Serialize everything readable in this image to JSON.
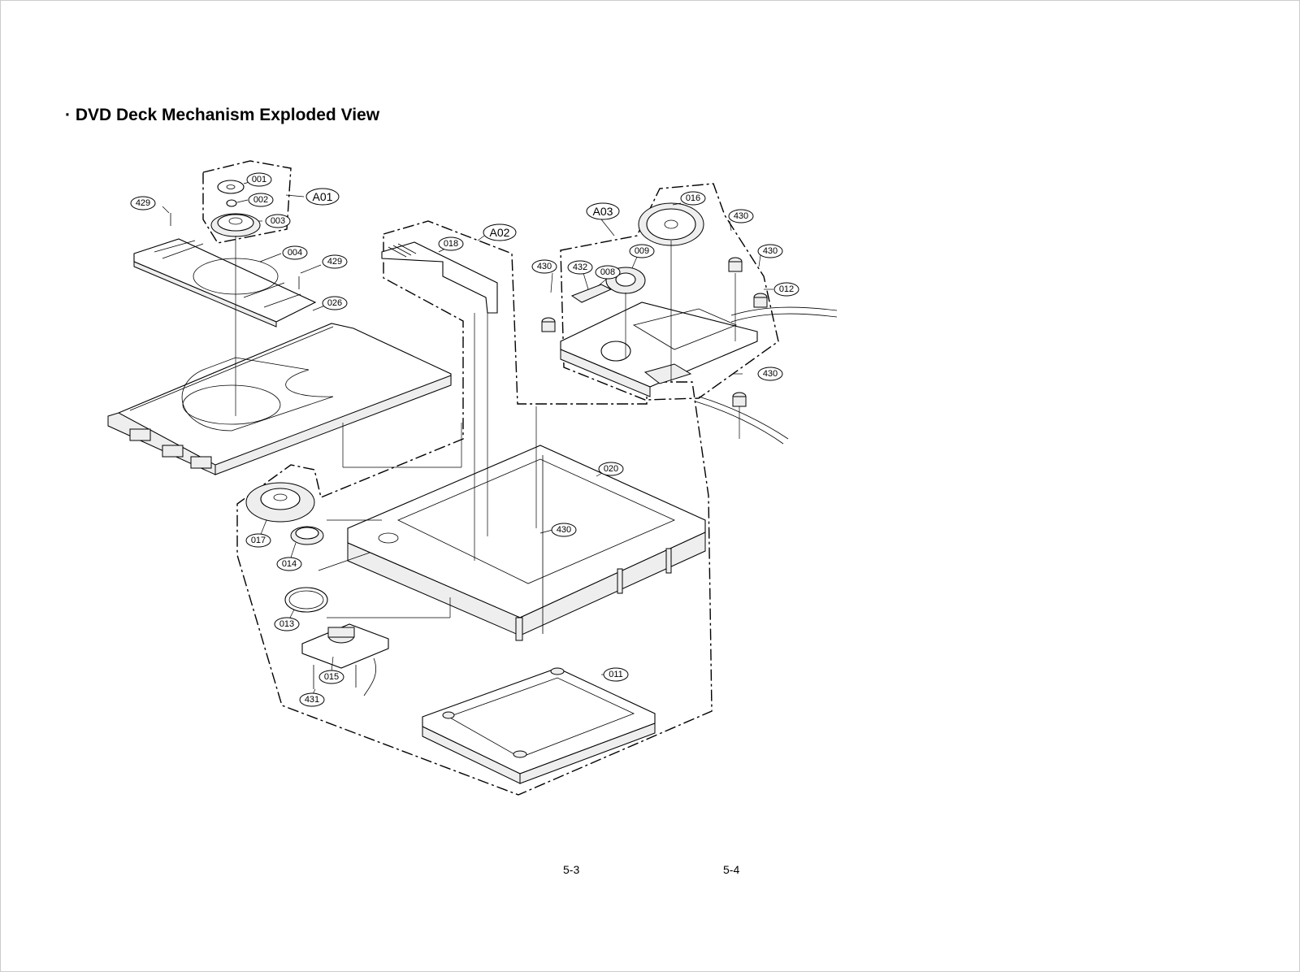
{
  "page": {
    "title": "· DVD Deck Mechanism Exploded View",
    "page_left": "5-3",
    "page_right": "5-4"
  },
  "labels": {
    "l001": "001",
    "l002": "002",
    "l003": "003",
    "l004": "004",
    "l008": "008",
    "l009": "009",
    "l011": "011",
    "l012": "012",
    "l013": "013",
    "l014": "014",
    "l015": "015",
    "l016": "016",
    "l017": "017",
    "l018": "018",
    "l020": "020",
    "l026": "026",
    "l429a": "429",
    "l429b": "429",
    "l430a": "430",
    "l430b": "430",
    "l430c": "430",
    "l430d": "430",
    "l430e": "430",
    "l431": "431",
    "l432": "432",
    "a01": "A01",
    "a02": "A02",
    "a03": "A03"
  }
}
